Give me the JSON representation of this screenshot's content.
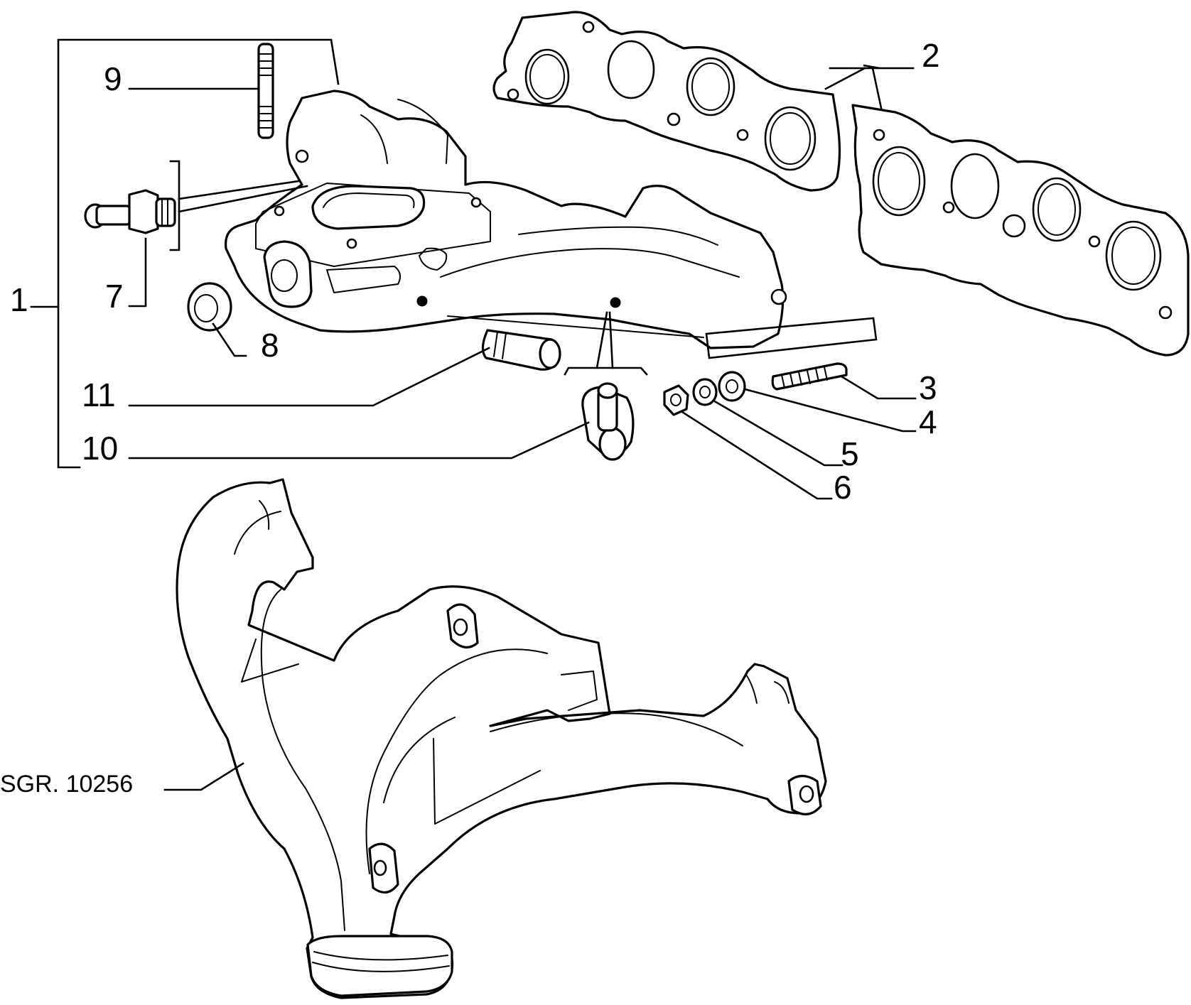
{
  "diagram": {
    "callouts": [
      {
        "id": "1",
        "label": "1"
      },
      {
        "id": "2",
        "label": "2"
      },
      {
        "id": "3",
        "label": "3"
      },
      {
        "id": "4",
        "label": "4"
      },
      {
        "id": "5",
        "label": "5"
      },
      {
        "id": "6",
        "label": "6"
      },
      {
        "id": "7",
        "label": "7"
      },
      {
        "id": "8",
        "label": "8"
      },
      {
        "id": "9",
        "label": "9"
      },
      {
        "id": "10",
        "label": "10"
      },
      {
        "id": "11",
        "label": "11"
      }
    ],
    "drawing_code": "SGR. 10256"
  }
}
